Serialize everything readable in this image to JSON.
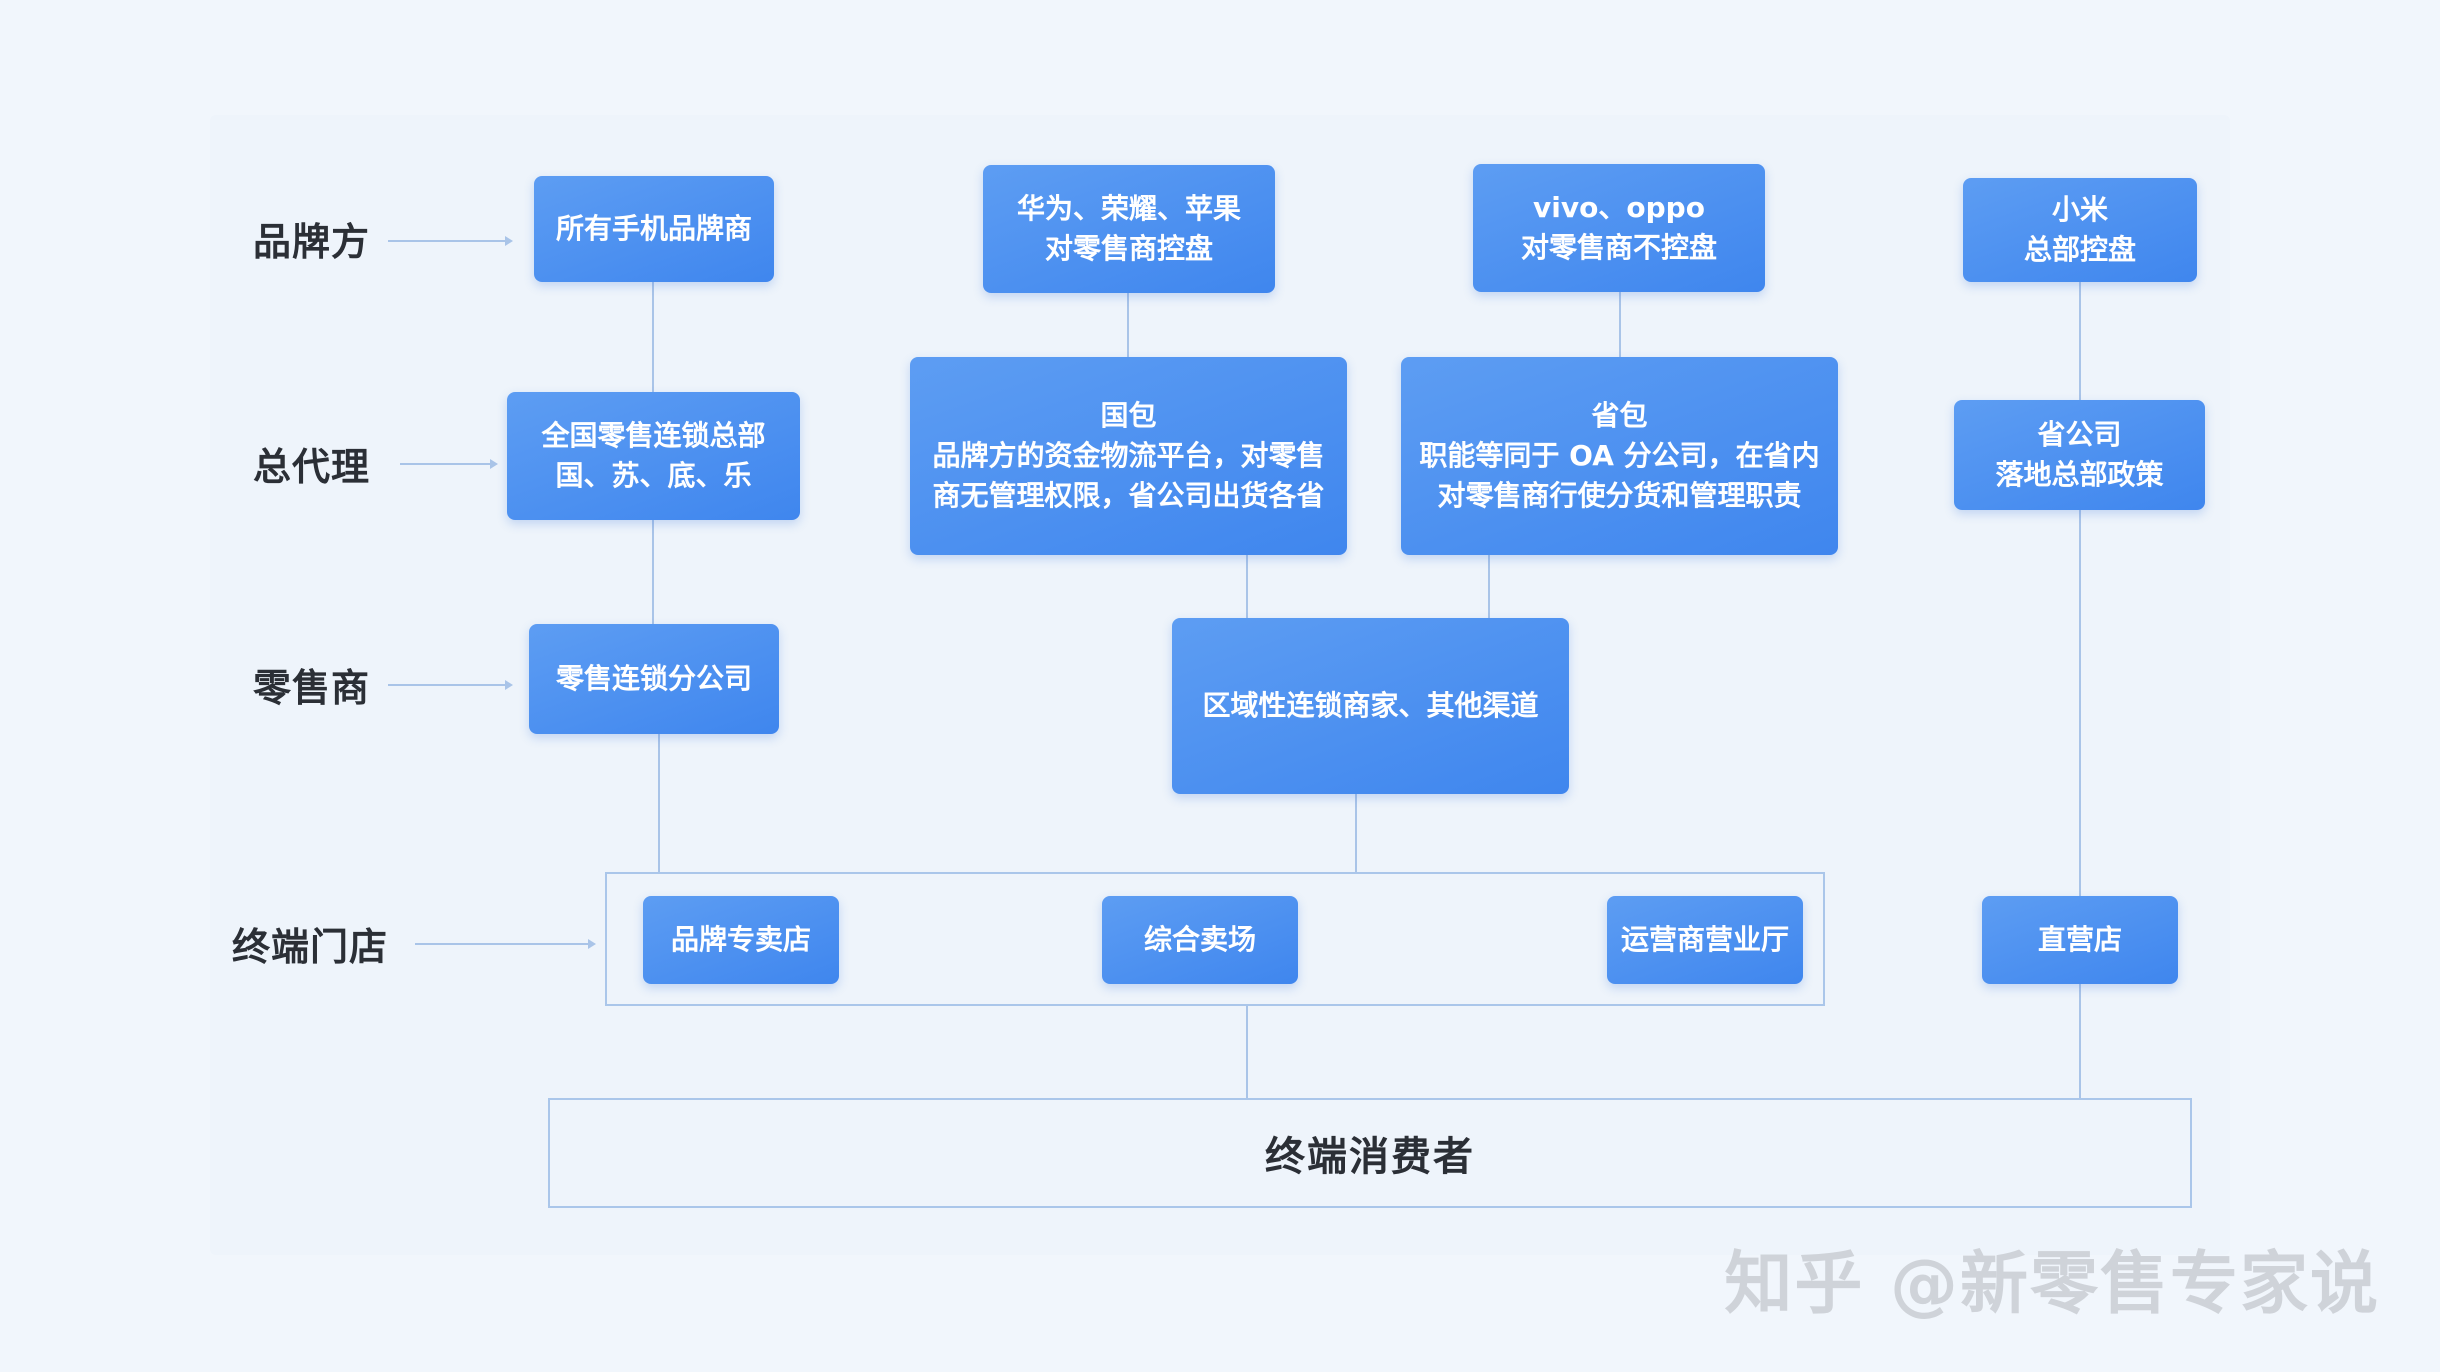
{
  "rows": {
    "brand": "品牌方",
    "agent": "总代理",
    "retailer": "零售商",
    "store": "终端门店"
  },
  "boxes": {
    "all_brands": [
      "所有手机品牌商"
    ],
    "huawei_honor_apple": [
      "华为、荣耀、苹果",
      "对零售商控盘"
    ],
    "vivo_oppo": [
      "vivo、oppo",
      "对零售商不控盘"
    ],
    "xiaomi": [
      "小米",
      "总部控盘"
    ],
    "national_chain_hq": [
      "全国零售连锁总部",
      "国、苏、底、乐"
    ],
    "national_package": [
      "国包",
      "品牌方的资金物流平台，对零售",
      "商无管理权限，省公司出货各省"
    ],
    "provincial_package": [
      "省包",
      "职能等同于 OA 分公司，在省内",
      "对零售商行使分货和管理职责"
    ],
    "provincial_company": [
      "省公司",
      "落地总部政策"
    ],
    "chain_branch": [
      "零售连锁分公司"
    ],
    "regional_chain": [
      "区域性连锁商家、其他渠道"
    ],
    "brand_store": [
      "品牌专卖店"
    ],
    "mall": [
      "综合卖场"
    ],
    "carrier_hall": [
      "运营商营业厅"
    ],
    "direct_store": [
      "直营店"
    ]
  },
  "consumer": "终端消费者",
  "watermark": "知乎 @新零售专家说",
  "colors": {
    "box": "#4a8ff0",
    "line": "#aac6ea",
    "background": "#f1f6fc"
  }
}
